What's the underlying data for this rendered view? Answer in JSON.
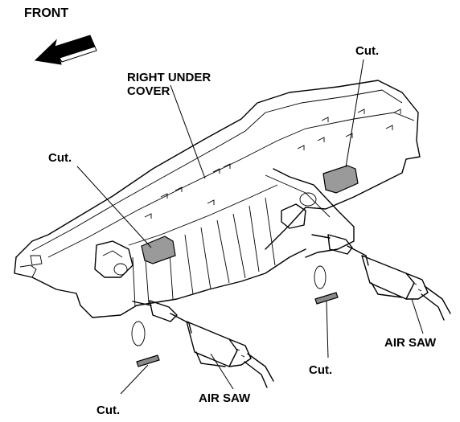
{
  "labels": {
    "front": "FRONT",
    "part_name_line1": "RIGHT UNDER",
    "part_name_line2": "COVER",
    "cut_upper_right": "Cut.",
    "cut_upper_left": "Cut.",
    "cut_lower_right": "Cut.",
    "cut_lower_left": "Cut.",
    "air_saw_right": "AIR SAW",
    "air_saw_center": "AIR SAW"
  },
  "colors": {
    "ink": "#000000",
    "cut_area_fill": "#9a9a9a",
    "background": "#ffffff"
  },
  "icons": {
    "direction_arrow": "front-arrow-icon"
  }
}
